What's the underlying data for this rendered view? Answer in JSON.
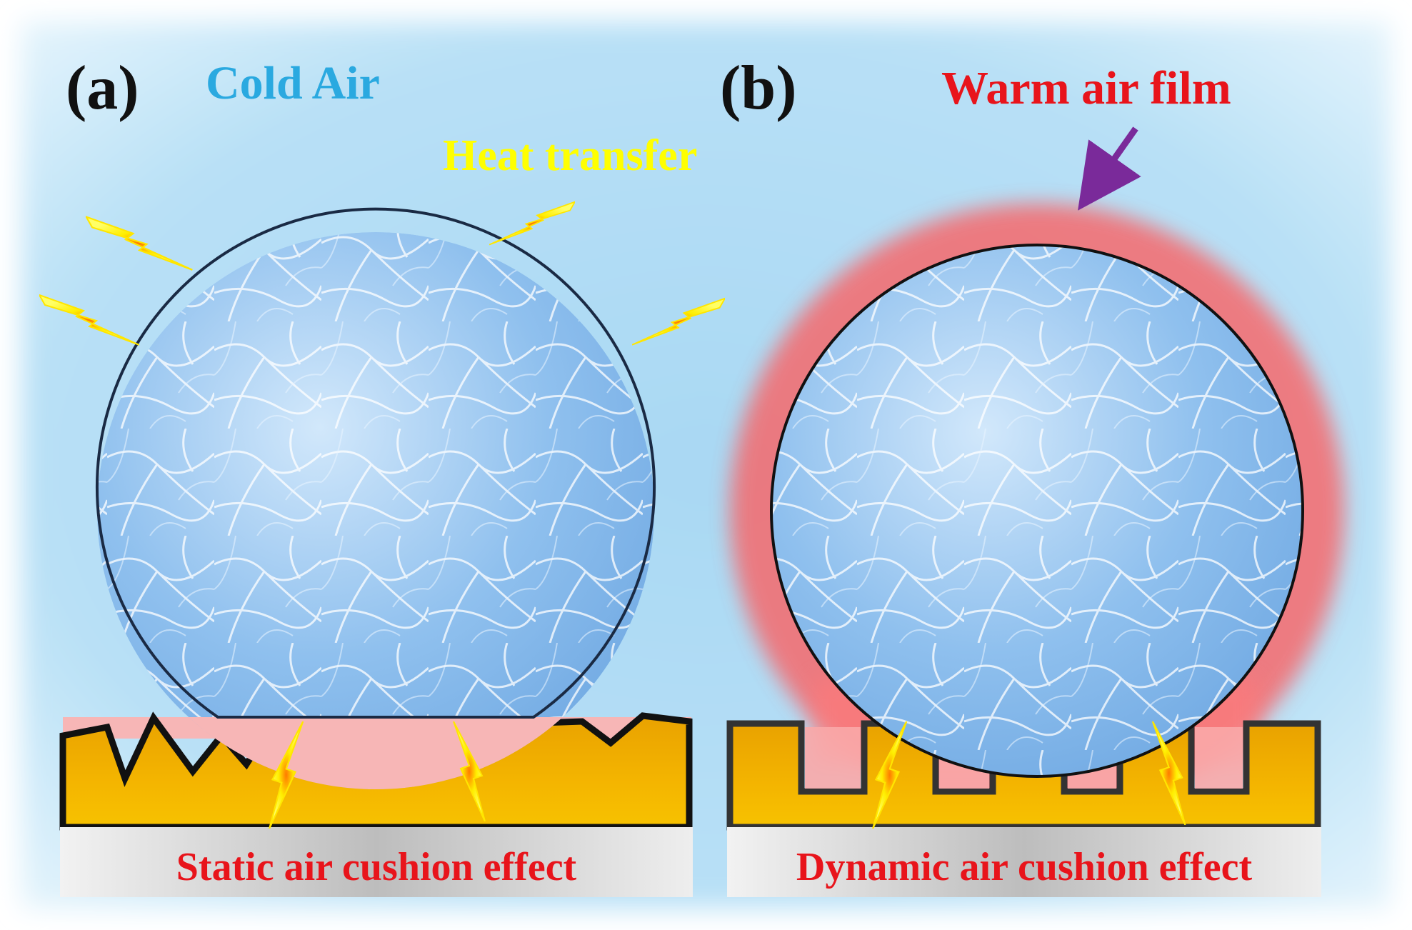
{
  "panels": {
    "a": {
      "letter": "(a)",
      "air_label": "Cold Air",
      "heat_label": "Heat transfer",
      "effect_label": "Static air cushion effect"
    },
    "b": {
      "letter": "(b)",
      "film_label": "Warm air film",
      "effect_label": "Dynamic air cushion effect"
    }
  },
  "colors": {
    "background": "#bfe3f7",
    "cold_air_text": "#2aa9e0",
    "heat_text": "#ffff00",
    "warm_text": "#e8141b",
    "effect_text": "#e8141b",
    "substrate": "#f2b200",
    "outline": "#111111",
    "warm_glow": "#ff5a5a",
    "arrow": "#7a2a9a",
    "droplet": "#7fb6ea"
  },
  "icons": [
    "lightning-bolt-icon",
    "arrow-icon"
  ]
}
